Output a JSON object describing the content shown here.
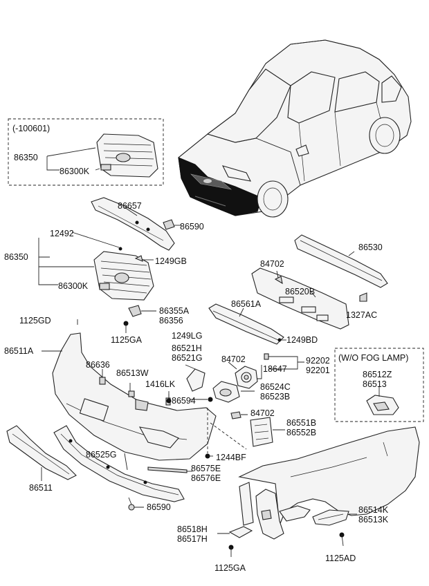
{
  "diagram": {
    "boxes": {
      "date_box_title": "(-100601)",
      "fog_box_title": "(W/O FOG LAMP)"
    },
    "labels": [
      {
        "id": "l1",
        "text": "86350"
      },
      {
        "id": "l2",
        "text": "86300K"
      },
      {
        "id": "l3",
        "text": "86657"
      },
      {
        "id": "l4",
        "text": "86590"
      },
      {
        "id": "l5",
        "text": "12492"
      },
      {
        "id": "l6",
        "text": "86350"
      },
      {
        "id": "l7",
        "text": "1249GB"
      },
      {
        "id": "l8",
        "text": "86300K"
      },
      {
        "id": "l9",
        "text": "86530"
      },
      {
        "id": "l10",
        "text": "84702"
      },
      {
        "id": "l11",
        "text": "86520B"
      },
      {
        "id": "l12",
        "text": "86561A"
      },
      {
        "id": "l13",
        "text": "1327AC"
      },
      {
        "id": "l14",
        "text": "86355A"
      },
      {
        "id": "l15",
        "text": "86356"
      },
      {
        "id": "l16",
        "text": "1125GD"
      },
      {
        "id": "l17",
        "text": "1125GA"
      },
      {
        "id": "l18",
        "text": "1249LG"
      },
      {
        "id": "l19",
        "text": "1249BD"
      },
      {
        "id": "l20",
        "text": "86511A"
      },
      {
        "id": "l21",
        "text": "86521H"
      },
      {
        "id": "l22",
        "text": "86521G"
      },
      {
        "id": "l23",
        "text": "84702"
      },
      {
        "id": "l24",
        "text": "92202"
      },
      {
        "id": "l25",
        "text": "18647"
      },
      {
        "id": "l26",
        "text": "92201"
      },
      {
        "id": "l27",
        "text": "86636"
      },
      {
        "id": "l28",
        "text": "86513W"
      },
      {
        "id": "l29",
        "text": "1416LK"
      },
      {
        "id": "l30",
        "text": "86524C"
      },
      {
        "id": "l31",
        "text": "86523B"
      },
      {
        "id": "l32",
        "text": "86512Z"
      },
      {
        "id": "l33",
        "text": "86513"
      },
      {
        "id": "l34",
        "text": "86594"
      },
      {
        "id": "l35",
        "text": "84702"
      },
      {
        "id": "l36",
        "text": "86551B"
      },
      {
        "id": "l37",
        "text": "86552B"
      },
      {
        "id": "l38",
        "text": "86525G"
      },
      {
        "id": "l39",
        "text": "1244BF"
      },
      {
        "id": "l40",
        "text": "86575E"
      },
      {
        "id": "l41",
        "text": "86576E"
      },
      {
        "id": "l42",
        "text": "86511"
      },
      {
        "id": "l43",
        "text": "86590"
      },
      {
        "id": "l44",
        "text": "86514K"
      },
      {
        "id": "l45",
        "text": "86513K"
      },
      {
        "id": "l46",
        "text": "86518H"
      },
      {
        "id": "l47",
        "text": "86517H"
      },
      {
        "id": "l48",
        "text": "1125AD"
      },
      {
        "id": "l49",
        "text": "1125GA"
      }
    ]
  }
}
